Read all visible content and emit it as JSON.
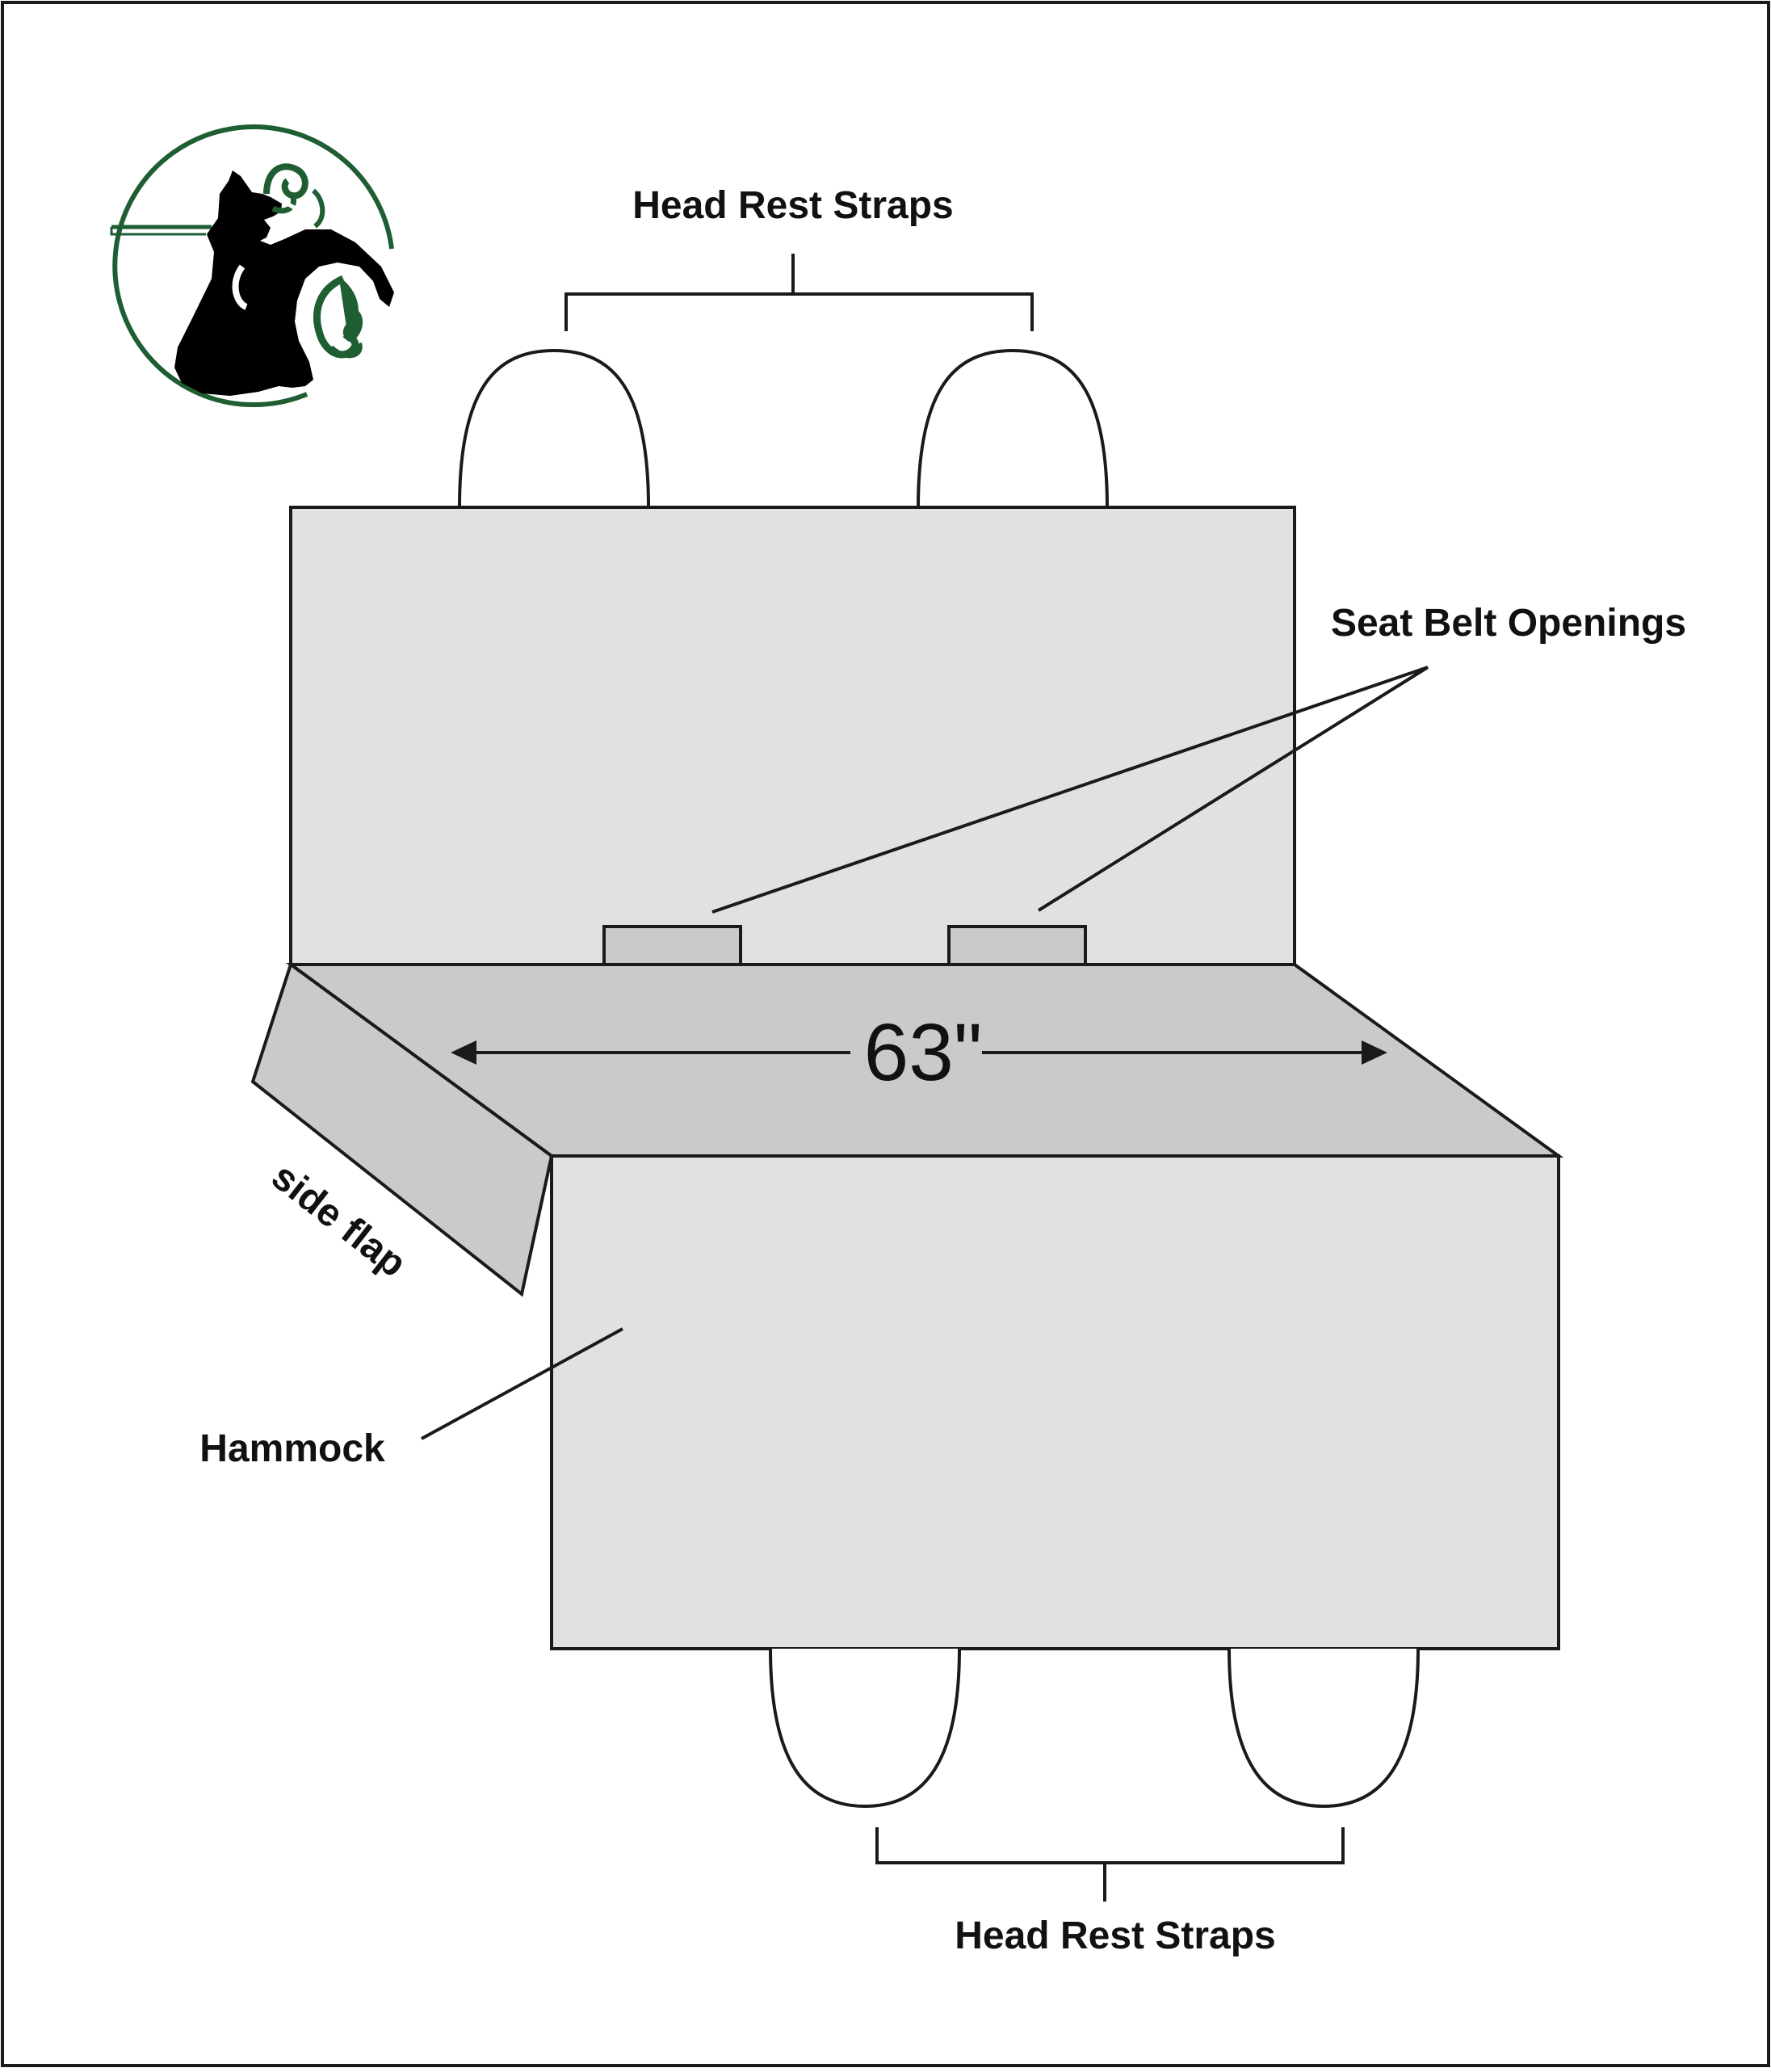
{
  "labels": {
    "head_rest_straps_top": "Head Rest Straps",
    "seat_belt_openings": "Seat Belt Openings",
    "dimension": "63\"",
    "side_flap": "side flap",
    "hammock": "Hammock",
    "head_rest_straps_bottom": "Head Rest Straps"
  },
  "colors": {
    "panel_light": "#e1e1e0",
    "panel_mid": "#cbcacb",
    "outline": "#1a1a1a",
    "logo_green": "#1e5e32",
    "logo_black": "#000000"
  },
  "logo": {
    "icon": "cat-with-leaves-logo"
  }
}
